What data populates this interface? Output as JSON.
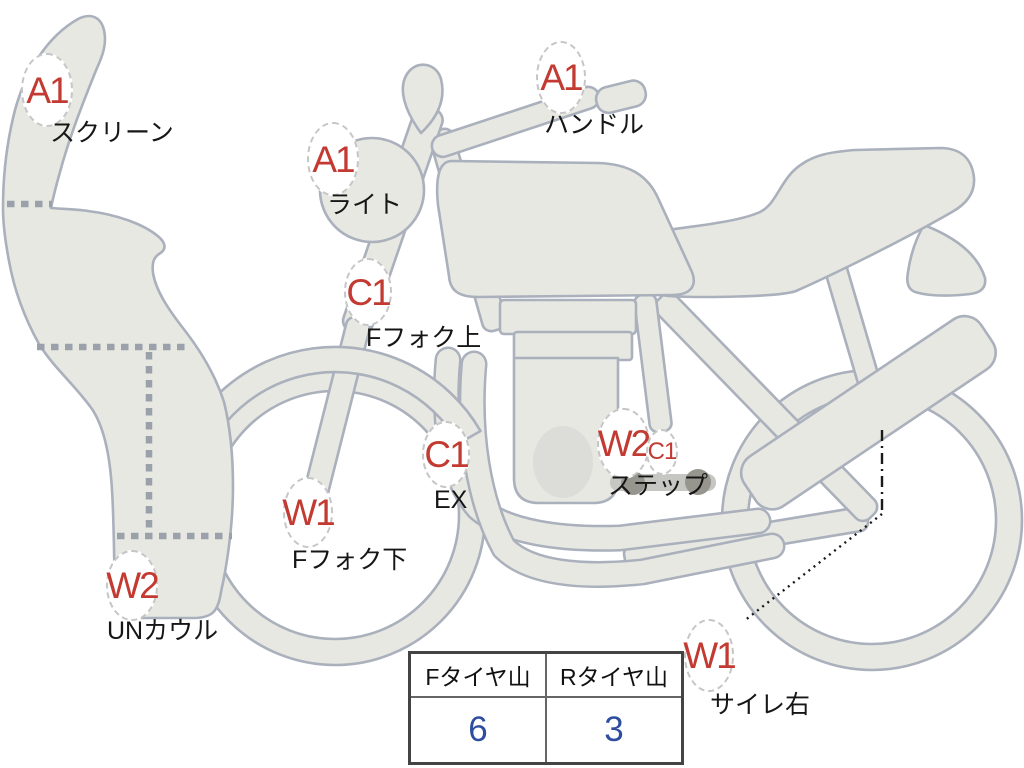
{
  "diagram": {
    "title": "motorcycle-condition-diagram",
    "markers": [
      {
        "id": "screen",
        "codes": [
          "A1"
        ],
        "label": "スクリーン"
      },
      {
        "id": "light",
        "codes": [
          "A1"
        ],
        "label": "ライト"
      },
      {
        "id": "handlebar",
        "codes": [
          "A1"
        ],
        "label": "ハンドル"
      },
      {
        "id": "front-fork-upper",
        "codes": [
          "C1"
        ],
        "label": "Fフォク上"
      },
      {
        "id": "exhaust",
        "codes": [
          "C1"
        ],
        "label": "EX"
      },
      {
        "id": "front-fork-lower",
        "codes": [
          "W1"
        ],
        "label": "Fフォク下"
      },
      {
        "id": "step",
        "codes": [
          "W2",
          "C1"
        ],
        "label": "ステップ"
      },
      {
        "id": "under-cowl",
        "codes": [
          "W2"
        ],
        "label": "UNカウル"
      },
      {
        "id": "silencer-right",
        "codes": [
          "W1"
        ],
        "label": "サイレ右"
      }
    ],
    "colors": {
      "marker_code": "#c23a31",
      "label_text": "#161616",
      "body_fill": "#e8e8e2",
      "body_stroke": "#aab0bc",
      "panel_dash": "#9aa1ab",
      "value_text": "#2e4d9f",
      "table_border": "#444444"
    }
  },
  "tire_table": {
    "columns": [
      {
        "header": "Fタイヤ山",
        "value": "6"
      },
      {
        "header": "Rタイヤ山",
        "value": "3"
      }
    ]
  }
}
